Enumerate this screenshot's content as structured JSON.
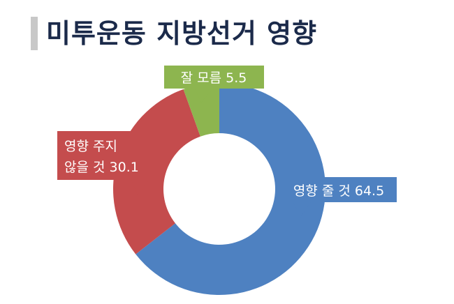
{
  "header": {
    "title": "미투운동 지방선거 영향"
  },
  "chart_data": {
    "type": "pie",
    "title": "미투운동 지방선거 영향",
    "slices": [
      {
        "label": "영향 줄 것",
        "value": 64.5,
        "display": "영향 줄 것 64.5",
        "color": "#4e81c1"
      },
      {
        "label": "영향 주지 않을 것",
        "value": 30.1,
        "display_lines": [
          "영향 주지",
          "않을 것 30.1"
        ],
        "color": "#c44c4d"
      },
      {
        "label": "잘 모름",
        "value": 5.5,
        "display": "잘 모름 5.5",
        "color": "#8db54f"
      }
    ]
  }
}
